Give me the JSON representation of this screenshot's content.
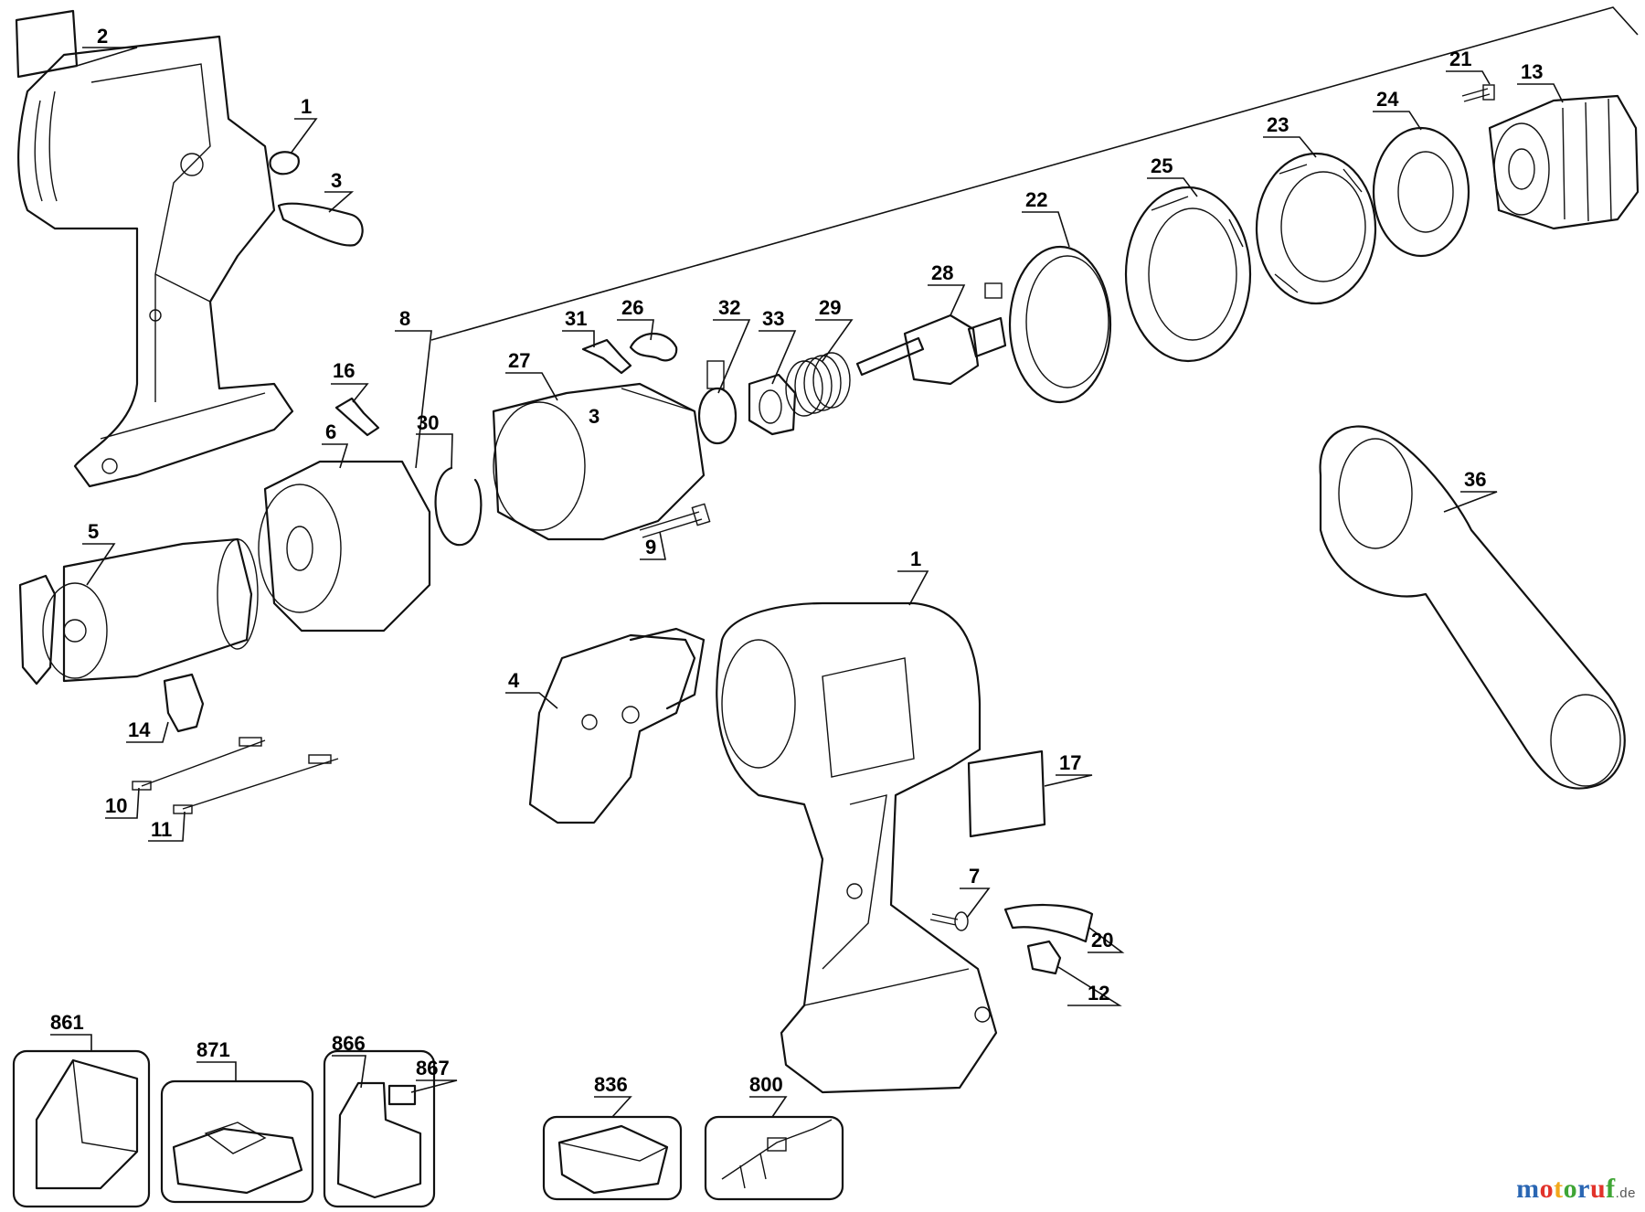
{
  "diagram": {
    "callouts": [
      {
        "id": "c2",
        "label": "2"
      },
      {
        "id": "c1a",
        "label": "1"
      },
      {
        "id": "c3",
        "label": "3"
      },
      {
        "id": "c16",
        "label": "16"
      },
      {
        "id": "c8",
        "label": "8"
      },
      {
        "id": "c6",
        "label": "6"
      },
      {
        "id": "c30",
        "label": "30"
      },
      {
        "id": "c5",
        "label": "5"
      },
      {
        "id": "c14",
        "label": "14"
      },
      {
        "id": "c10",
        "label": "10"
      },
      {
        "id": "c11",
        "label": "11"
      },
      {
        "id": "c31",
        "label": "31"
      },
      {
        "id": "c26",
        "label": "26"
      },
      {
        "id": "c27",
        "label": "27"
      },
      {
        "id": "c32",
        "label": "32"
      },
      {
        "id": "c33",
        "label": "33"
      },
      {
        "id": "c29",
        "label": "29"
      },
      {
        "id": "c28",
        "label": "28"
      },
      {
        "id": "c22",
        "label": "22"
      },
      {
        "id": "c25",
        "label": "25"
      },
      {
        "id": "c23",
        "label": "23"
      },
      {
        "id": "c24",
        "label": "24"
      },
      {
        "id": "c21",
        "label": "21"
      },
      {
        "id": "c13",
        "label": "13"
      },
      {
        "id": "c9",
        "label": "9"
      },
      {
        "id": "c4",
        "label": "4"
      },
      {
        "id": "c1b",
        "label": "1"
      },
      {
        "id": "c36",
        "label": "36"
      },
      {
        "id": "c17",
        "label": "17"
      },
      {
        "id": "c7",
        "label": "7"
      },
      {
        "id": "c20",
        "label": "20"
      },
      {
        "id": "c12",
        "label": "12"
      },
      {
        "id": "c861",
        "label": "861"
      },
      {
        "id": "c871",
        "label": "871"
      },
      {
        "id": "c866",
        "label": "866"
      },
      {
        "id": "c867",
        "label": "867"
      },
      {
        "id": "c836",
        "label": "836"
      },
      {
        "id": "c800",
        "label": "800"
      }
    ],
    "gear_label": "3"
  },
  "brand": {
    "logo_letters": [
      "m",
      "o",
      "t",
      "o",
      "r",
      "u",
      "f"
    ],
    "logo_colors": [
      "#2a66b3",
      "#e2332b",
      "#f2a81d",
      "#3fa535",
      "#2a66b3",
      "#e2332b",
      "#3fa535"
    ],
    "tld": ".de"
  }
}
